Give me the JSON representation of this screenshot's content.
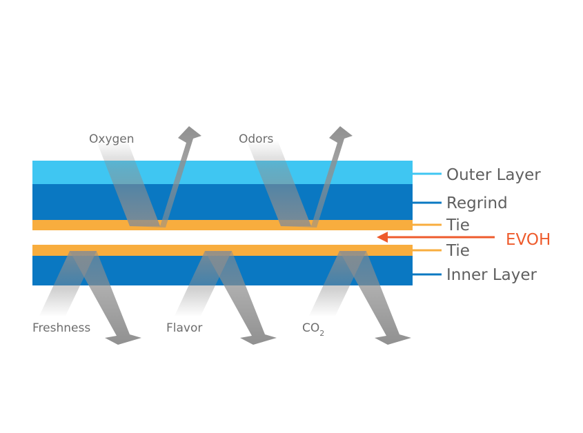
{
  "colors": {
    "outer_layer": "#3fc6f2",
    "regrind": "#0a78c2",
    "tie": "#f8ad3e",
    "inner_layer": "#0a78c2",
    "evoh": "#ee5b2c",
    "arrow": "#8c8c8c",
    "text": "#6d6d6d"
  },
  "layers": [
    {
      "key": "outer",
      "label": "Outer Layer"
    },
    {
      "key": "regrind",
      "label": "Regrind"
    },
    {
      "key": "tie_top",
      "label": "Tie"
    },
    {
      "key": "evoh",
      "label": "EVOH"
    },
    {
      "key": "tie_bottom",
      "label": "Tie"
    },
    {
      "key": "inner",
      "label": "Inner Layer"
    }
  ],
  "barriers": {
    "top": [
      "Oxygen",
      "Odors"
    ],
    "bottom": [
      "Freshness",
      "Flavor"
    ],
    "co2": {
      "main": "CO",
      "sub": "2"
    }
  }
}
